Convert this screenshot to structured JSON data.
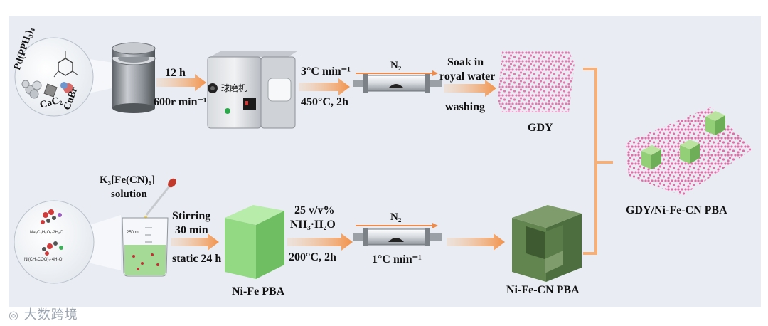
{
  "top_row": {
    "precursor_label": "Pd(PPH₃)₄",
    "cac2_label": "CaC₂",
    "cubr_label": "CuBr",
    "mill_time": "12 h",
    "mill_speed": "600r min⁻¹",
    "mill_machine_text": "球磨机",
    "heat_rate": "3°C min⁻¹",
    "heat_temp": "450°C, 2h",
    "gas": "N₂",
    "soak_line1": "Soak in",
    "soak_line2": "royal water",
    "washing": "washing",
    "product": "GDY"
  },
  "bottom_row": {
    "reagent_line1": "K₃[Fe(CN)₆]",
    "reagent_line2": "solution",
    "chem1": "Na₃C₆H₅O₇·2H₂O",
    "chem2": "Ni(CH₃COO)₂·4H₂O",
    "beaker_mark": "250 ml",
    "stir_line1": "Stirring",
    "stir_line2": "30 min",
    "static": "static 24 h",
    "intermediate": "Ni-Fe PBA",
    "ammonia_line1": "25 v/v%",
    "ammonia_line2": "NH₃·H₂O",
    "ammonia_temp": "200°C, 2h",
    "gas": "N₂",
    "heat_rate": "1°C min⁻¹",
    "product": "Ni-Fe-CN PBA"
  },
  "final_product": "GDY/Ni-Fe-CN PBA",
  "watermark": "大数跨境",
  "colors": {
    "panel_bg": "#e9edf3",
    "arrow_orange": "#f0a060",
    "bracket_orange": "#f5b07a",
    "gdy_pink": "#e86aa8",
    "pba_green": "#8fd47a",
    "pba_dark_green": "#6d8f5a"
  }
}
